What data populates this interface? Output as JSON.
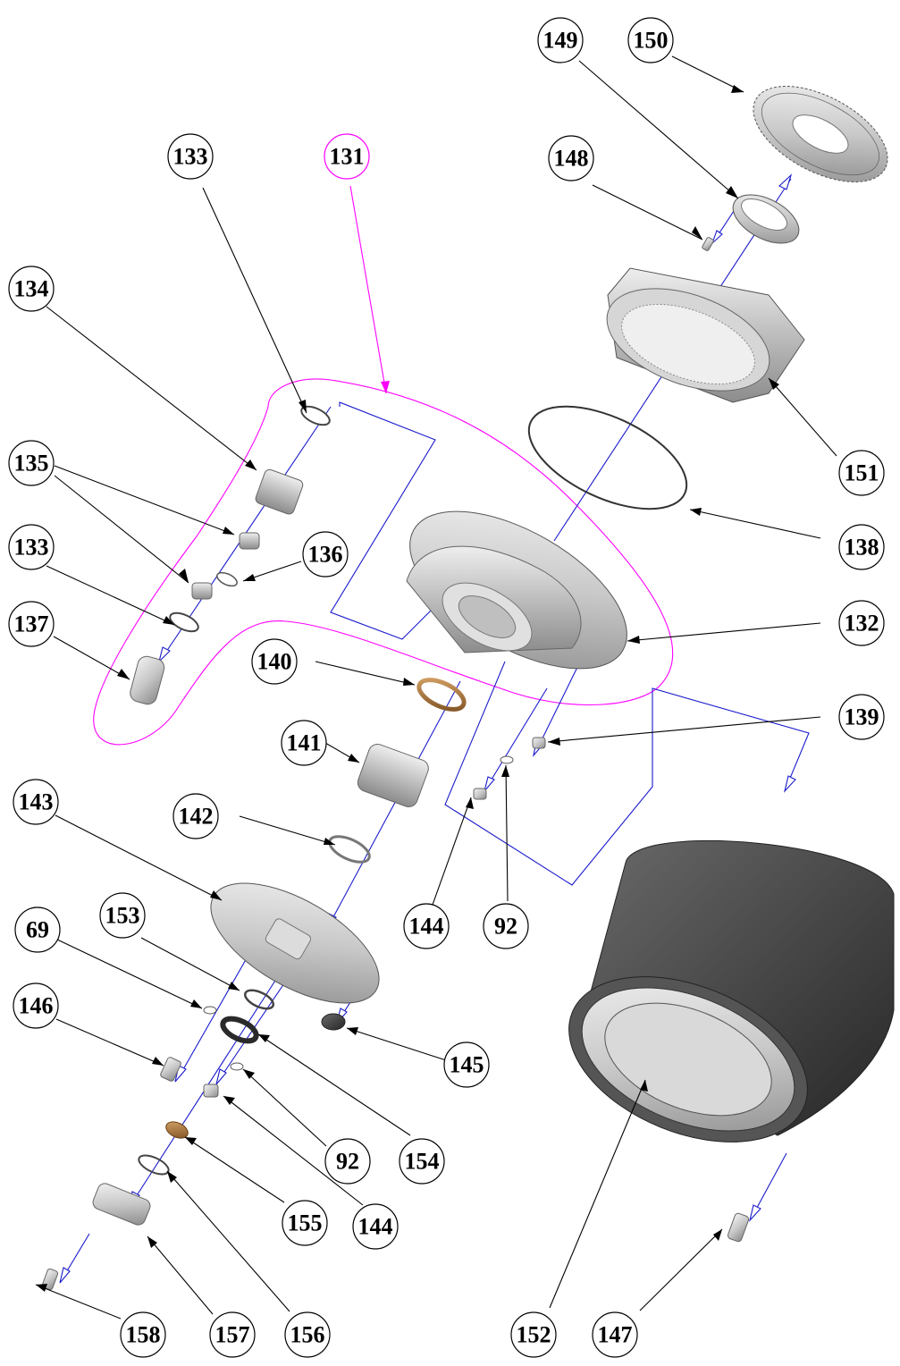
{
  "colors": {
    "callout_outline": "#000000",
    "group_outline": "#ff00ff",
    "assembly_axis": "#1a1acc",
    "part_metal": "#b4b4b4",
    "part_dark": "#3a3a3a",
    "part_bronze": "#a0703a"
  },
  "callouts": [
    {
      "label": "149"
    },
    {
      "label": "150"
    },
    {
      "label": "133"
    },
    {
      "label": "131"
    },
    {
      "label": "148"
    },
    {
      "label": "134"
    },
    {
      "label": "135"
    },
    {
      "label": "151"
    },
    {
      "label": "136"
    },
    {
      "label": "138"
    },
    {
      "label": "133"
    },
    {
      "label": "137"
    },
    {
      "label": "132"
    },
    {
      "label": "140"
    },
    {
      "label": "139"
    },
    {
      "label": "141"
    },
    {
      "label": "142"
    },
    {
      "label": "143"
    },
    {
      "label": "144"
    },
    {
      "label": "92"
    },
    {
      "label": "69"
    },
    {
      "label": "153"
    },
    {
      "label": "146"
    },
    {
      "label": "145"
    },
    {
      "label": "92"
    },
    {
      "label": "154"
    },
    {
      "label": "155"
    },
    {
      "label": "144"
    },
    {
      "label": "158"
    },
    {
      "label": "157"
    },
    {
      "label": "156"
    },
    {
      "label": "152"
    },
    {
      "label": "147"
    }
  ]
}
